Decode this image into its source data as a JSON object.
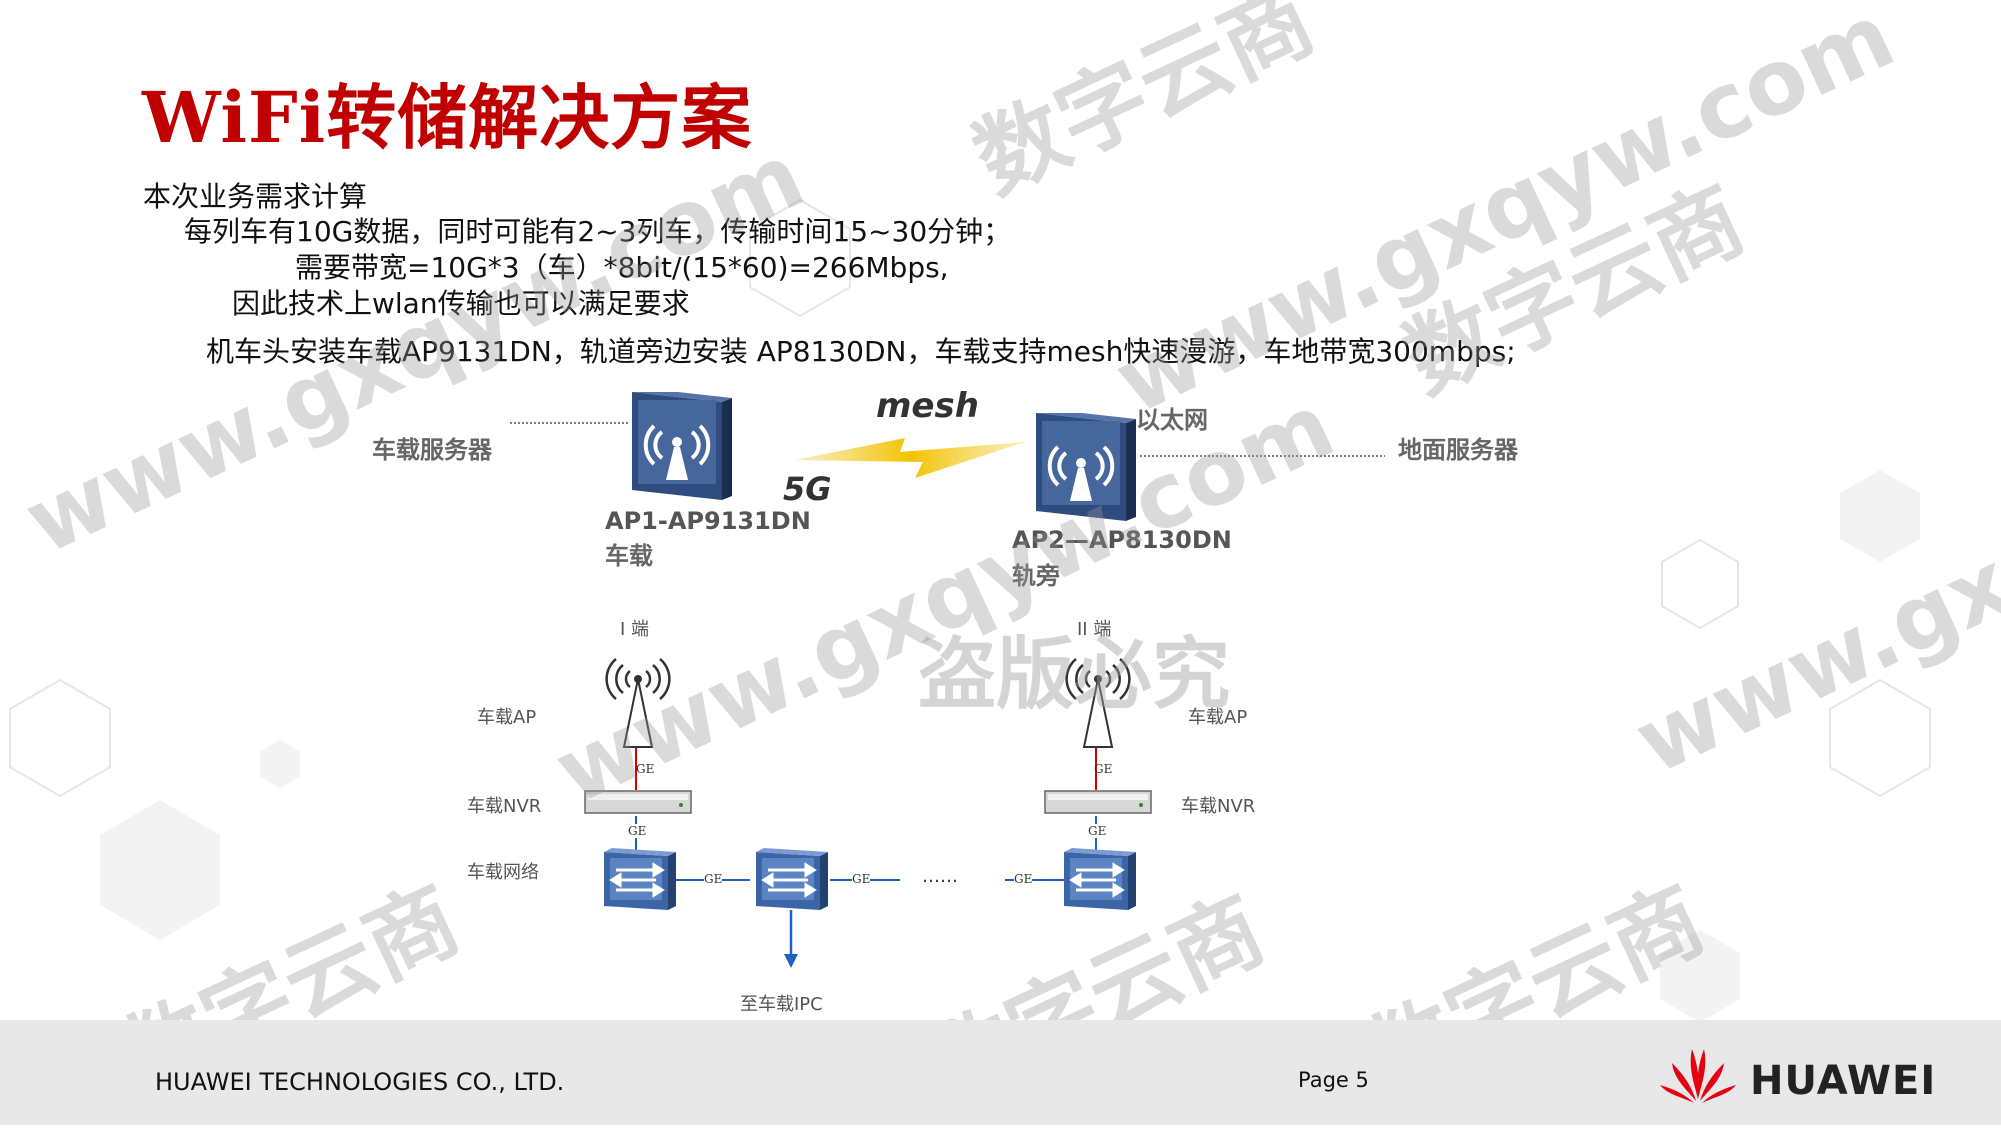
{
  "slide": {
    "title": "WiFi转储解决方案",
    "intro": "本次业务需求计算",
    "line1": "每列车有10G数据，同时可能有2~3列车，传输时间15~30分钟；",
    "line2": "需要带宽=10G*3（车）*8bit/(15*60)=266Mbps,",
    "line3": "因此技术上wlan传输也可以满足要求",
    "line4": "机车头安装车载AP9131DN，轨道旁边安装 AP8130DN，车载支持mesh快速漫游，车地带宽300mbps;"
  },
  "top_diagram": {
    "vehicle_server": "车载服务器",
    "ground_server": "地面服务器",
    "ethernet": "以太网",
    "mesh": "mesh",
    "band": "5G",
    "ap1_model": "AP1-AP9131DN",
    "ap1_place": "车载",
    "ap2_model": "AP2—AP8130DN",
    "ap2_place": "轨旁"
  },
  "bottom_diagram": {
    "end1": "I 端",
    "end2": "II 端",
    "vehicle_ap_left": "车载AP",
    "vehicle_ap_right": "车载AP",
    "vehicle_nvr_left": "车载NVR",
    "vehicle_nvr_right": "车载NVR",
    "vehicle_network": "车载网络",
    "to_ipc": "至车载IPC",
    "ge": "GE",
    "dots": "……",
    "watermark_center": "盗版必究"
  },
  "footer": {
    "company": "HUAWEI TECHNOLOGIES CO., LTD.",
    "page": "Page 5",
    "brand": "HUAWEI"
  },
  "watermarks": {
    "cn": "数字云商",
    "url": "www.gxqyw.com"
  },
  "colors": {
    "title": "#c00000",
    "ap_blue": "#3d5a8c",
    "switch_blue": "#3a66a8",
    "link_red": "#d40000",
    "link_blue": "#1f5fbf",
    "mesh_yellow": "#f2c200",
    "huawei_red": "#e60012"
  }
}
